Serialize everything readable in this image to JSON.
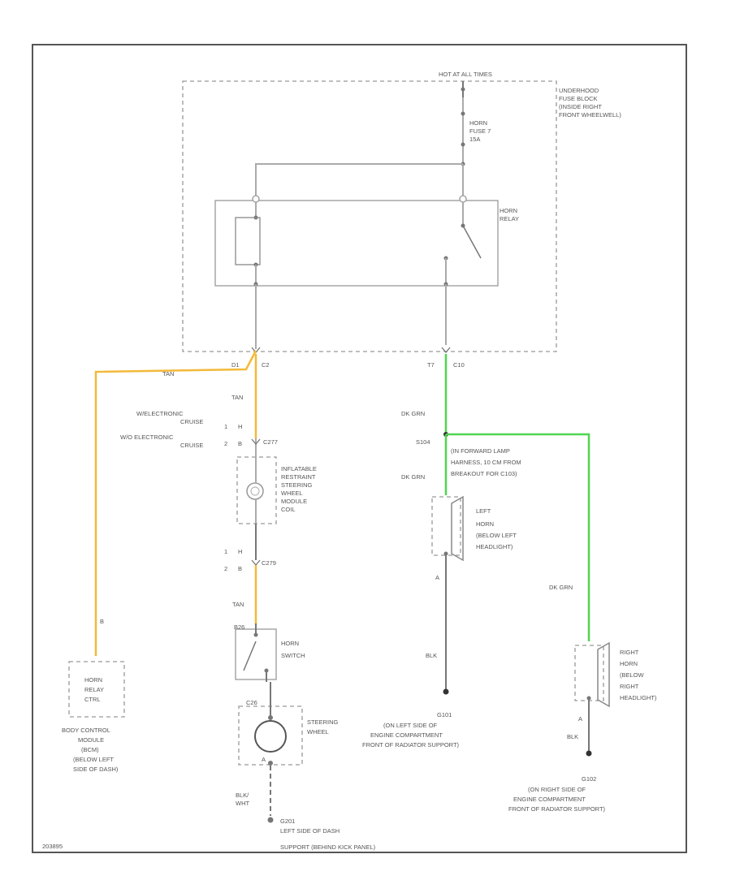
{
  "labels": {
    "hot_at_all_times": "HOT AT ALL TIMES",
    "underhood_fuse_block": [
      "UNDERHOOD",
      "FUSE BLOCK",
      "(INSIDE RIGHT",
      "FRONT WHEELWELL)"
    ],
    "horn_fuse": [
      "HORN",
      "FUSE 7",
      "15A"
    ],
    "horn_relay": [
      "HORN",
      "RELAY"
    ],
    "conn_left": "D1",
    "conn_left_c": "C2",
    "conn_right": "T7",
    "conn_right_c": "C10",
    "wire_tan": "TAN",
    "wire_tan_2": "TAN",
    "wire_tan_3": "TAN",
    "wire_dk_grn_1": "DK GRN",
    "wire_dk_grn_2": "DK GRN",
    "wire_dk_grn_3": "DK GRN",
    "cruise_options": [
      "W/ELECTRONIC",
      "CRUISE",
      "W/O ELECTRONIC",
      "CRUISE"
    ],
    "pin_c277_a": "1",
    "pin_c277_b": "2",
    "pin_c277_h": "H",
    "pin_c277_b2": "B",
    "conn_c277": "C277",
    "airbag_coil": [
      "INFLATABLE",
      "RESTRAINT",
      "STEERING",
      "WHEEL",
      "MODULE",
      "COIL"
    ],
    "pin_c279_a": "1",
    "pin_c279_b": "2",
    "pin_c279_h": "H",
    "pin_c279_b2": "B",
    "conn_c279": "C279",
    "splice_s104": "S104",
    "splice_note": [
      "(IN FORWARD LAMP",
      "HARNESS, 10 CM FROM",
      "BREAKOUT FOR C103)"
    ],
    "left_horn": [
      "LEFT",
      "HORN",
      "(BELOW LEFT",
      "HEADLIGHT)"
    ],
    "right_horn": [
      "RIGHT",
      "HORN",
      "(BELOW",
      "RIGHT",
      "HEADLIGHT)"
    ],
    "pin_a_left": "A",
    "pin_a_right": "A",
    "wire_blk_left": "BLK",
    "wire_blk_right": "BLK",
    "ground_g101": "G101",
    "ground_g101_note": [
      "(ON LEFT SIDE OF",
      "ENGINE COMPARTMENT",
      "FRONT OF RADIATOR SUPPORT)"
    ],
    "ground_g102": "G102",
    "ground_g102_note": [
      "(ON RIGHT SIDE OF",
      "ENGINE COMPARTMENT",
      "FRONT OF RADIATOR SUPPORT)"
    ],
    "horn_switch": [
      "HORN",
      "SWITCH"
    ],
    "pin_b_horn": "B",
    "pin_c26": "C26",
    "pin_b26": "B26",
    "steering_wheel": [
      "STEERING",
      "WHEEL"
    ],
    "pin_a_wheel": "A",
    "wire_blk_wht": [
      "BLK/",
      "WHT"
    ],
    "ground_g201": "G201",
    "ground_g201_note": [
      "LEFT SIDE OF DASH",
      "SUPPORT (BEHIND KICK PANEL)"
    ],
    "bcm_box": [
      "HORN",
      "RELAY",
      "CTRL"
    ],
    "bcm": [
      "BODY CONTROL",
      "MODULE",
      "(BCM)",
      "(BELOW LEFT",
      "SIDE OF DASH)"
    ],
    "footer_id": "203895"
  },
  "colors": {
    "tan_wire": "#f3b93a",
    "dk_grn_wire": "#4fd64f",
    "wire": "#aaaaaa",
    "frame": "#555555"
  }
}
